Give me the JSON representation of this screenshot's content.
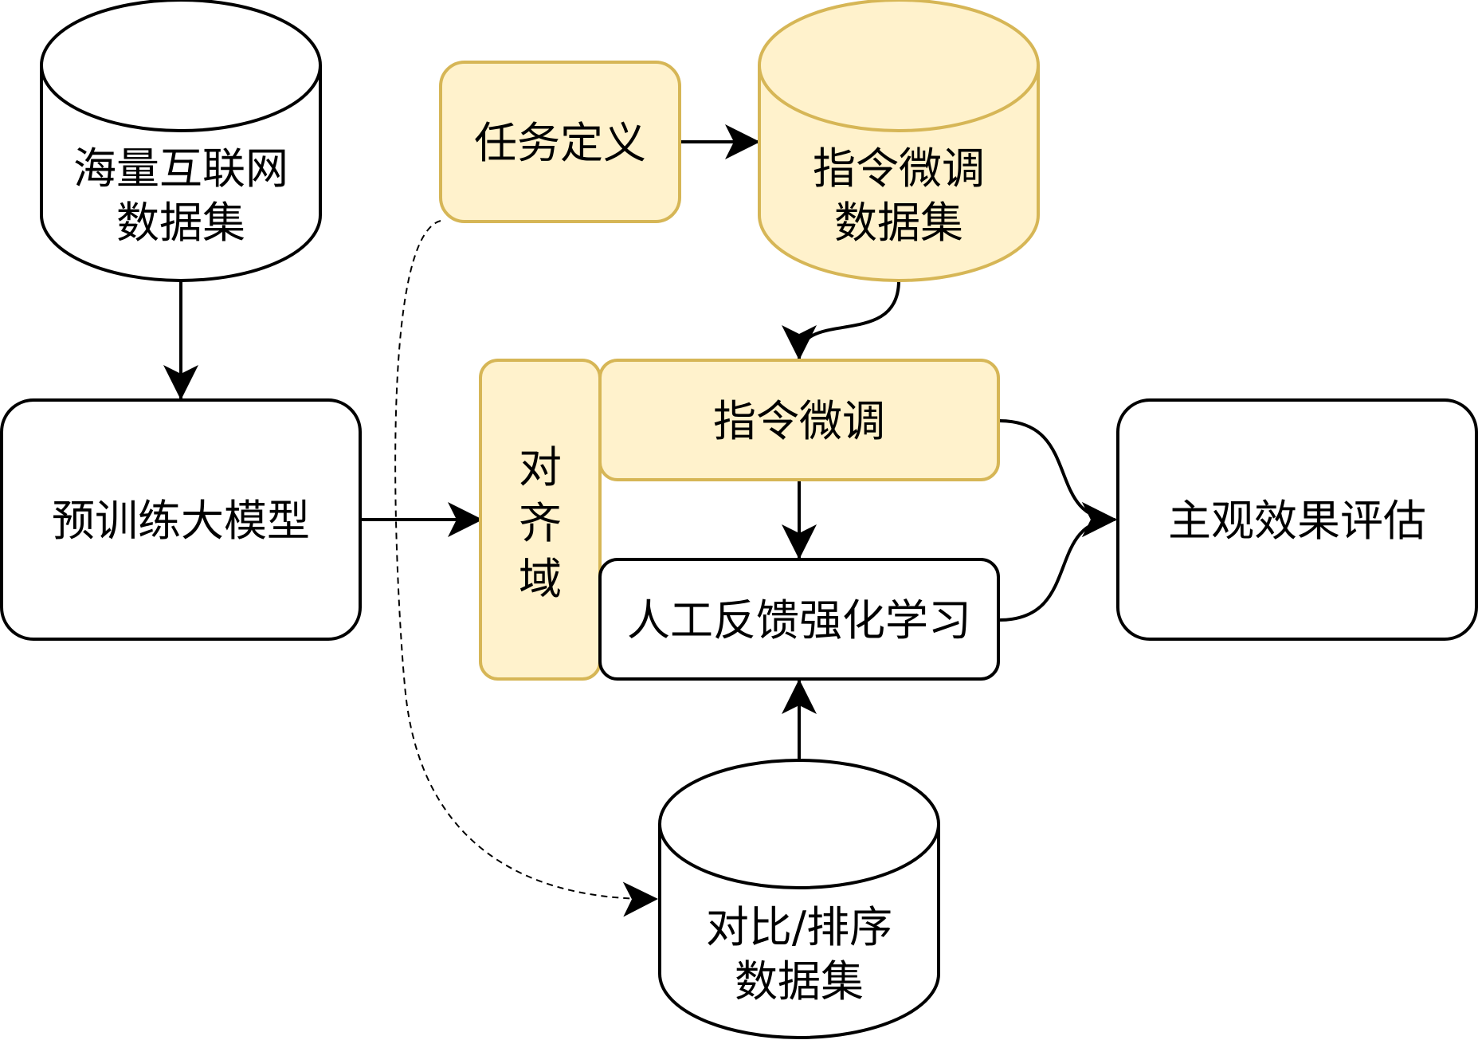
{
  "colors": {
    "highlight_fill": "#fff2cc",
    "highlight_stroke": "#d6b656",
    "default_fill": "#ffffff",
    "default_stroke": "#000000"
  },
  "nodes": {
    "web_dataset": {
      "line1": "海量互联网",
      "line2": "数据集"
    },
    "task_definition": {
      "label": "任务定义"
    },
    "instruction_dataset": {
      "line1": "指令微调",
      "line2": "数据集"
    },
    "pretrained_model": {
      "label": "预训练大模型"
    },
    "alignment_domain": {
      "char1": "对",
      "char2": "齐",
      "char3": "域"
    },
    "instruction_tuning": {
      "label": "指令微调"
    },
    "rlhf": {
      "label": "人工反馈强化学习"
    },
    "subjective_eval": {
      "label": "主观效果评估"
    },
    "ranking_dataset": {
      "line1": "对比/排序",
      "line2": "数据集"
    }
  }
}
